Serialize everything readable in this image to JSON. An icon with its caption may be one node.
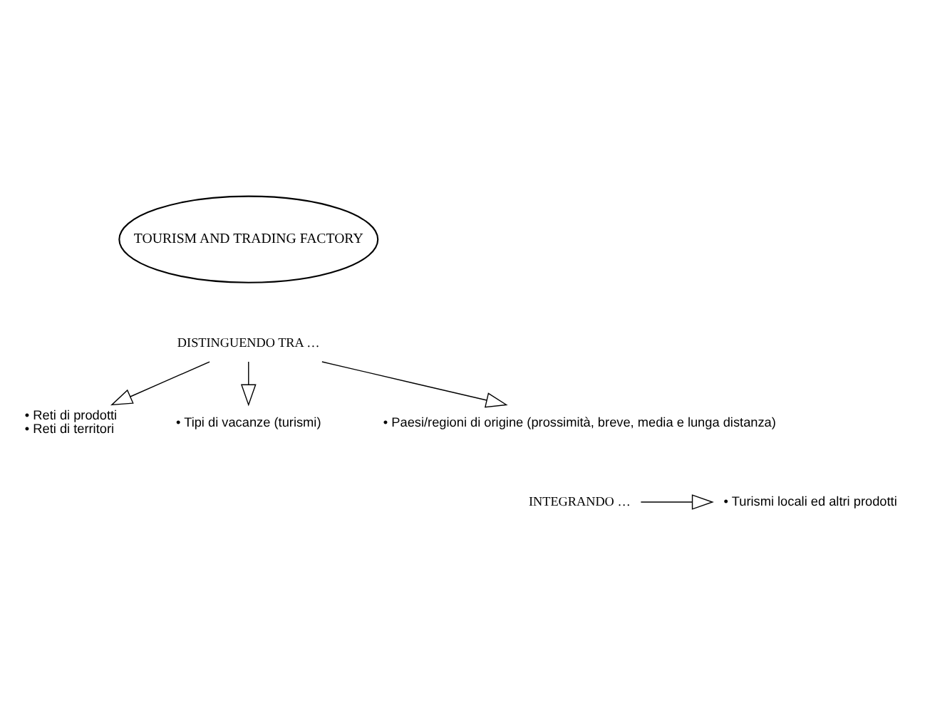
{
  "diagram": {
    "nodes": [
      {
        "text": [
          "TOURISM AND TRADING FACTORY"
        ]
      },
      {
        "text": [
          "DISTINGUENDO TRA …"
        ]
      },
      {
        "text": [
          "• Reti di prodotti",
          "• Reti di territori"
        ]
      },
      {
        "text": [
          "• Tipi di vacanze (turismi)"
        ]
      },
      {
        "text": [
          "• Paesi/regioni di origine (prossimità, breve, media e lunga distanza)"
        ]
      },
      {
        "text": [
          "INTEGRANDO …"
        ]
      },
      {
        "text": [
          "• Turismi locali ed altri prodotti"
        ]
      }
    ],
    "edges": [
      {
        "from": 1,
        "to": 2,
        "arrow": "to"
      },
      {
        "from": 1,
        "to": 3,
        "arrow": "to"
      },
      {
        "from": 1,
        "to": 4,
        "arrow": "to"
      },
      {
        "from": 5,
        "to": 6,
        "arrow": "to"
      }
    ]
  }
}
